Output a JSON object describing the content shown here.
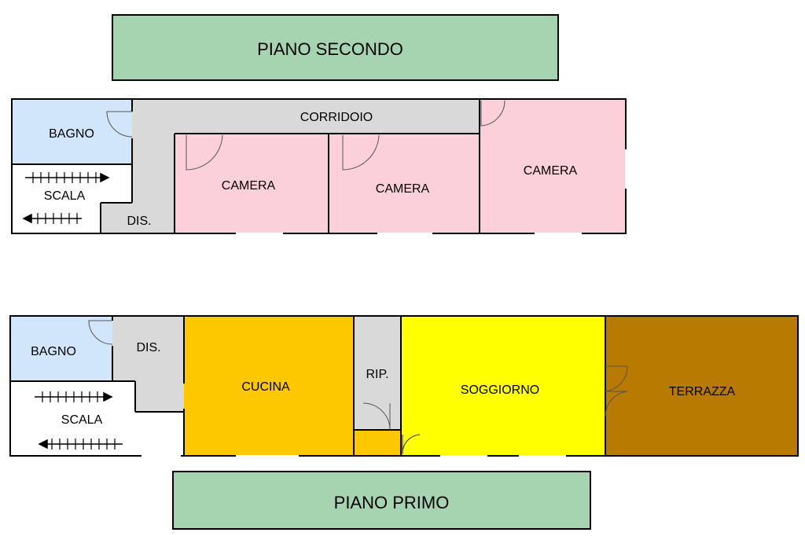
{
  "floors": {
    "second": {
      "title": "PIANO SECONDO",
      "rooms": {
        "bathroom": "BAGNO",
        "stairs": "SCALA",
        "landing": "DIS.",
        "corridor": "CORRIDOIO",
        "bedroom_1": "CAMERA",
        "bedroom_2": "CAMERA",
        "bedroom_3": "CAMERA"
      }
    },
    "first": {
      "title": "PIANO PRIMO",
      "rooms": {
        "bathroom": "BAGNO",
        "landing": "DIS.",
        "stairs": "SCALA",
        "kitchen": "CUCINA",
        "storage": "RIP.",
        "living_room": "SOGGIORNO",
        "terrace": "TERRAZZA"
      }
    }
  },
  "colors": {
    "banner": "#a6d4b0",
    "bathroom": "#d1e6fa",
    "corridor": "#d9d9d9",
    "bedroom": "#fcd0da",
    "kitchen": "#fdc800",
    "living_room": "#ffff00",
    "terrace": "#b87a00",
    "wall": "#000000"
  }
}
